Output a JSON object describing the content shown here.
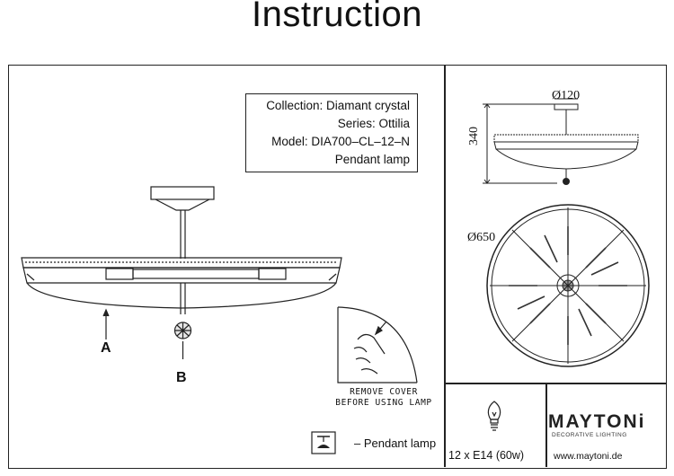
{
  "header": {
    "title": "Instruction"
  },
  "info": {
    "collection": "Collection: Diamant crystal",
    "series": "Series: Ottilia",
    "model": "Model: DIA700–CL–12–N",
    "type": "Pendant lamp"
  },
  "labels": {
    "a": "A",
    "b": "B"
  },
  "dimensions": {
    "canopy": "Ø120",
    "height": "340",
    "diameter": "Ø650"
  },
  "remove_note": {
    "line1": "REMOVE COVER",
    "line2": "BEFORE USING LAMP"
  },
  "legend": {
    "text": "– Pendant lamp",
    "icon": "pendant-lamp-icon"
  },
  "bulb": {
    "text": "12 x E14 (60w)",
    "icon": "light-bulb-icon"
  },
  "brand": {
    "name": "MAYTONi",
    "tagline": "DECORATIVE LIGHTING",
    "url": "www.maytoni.de"
  }
}
